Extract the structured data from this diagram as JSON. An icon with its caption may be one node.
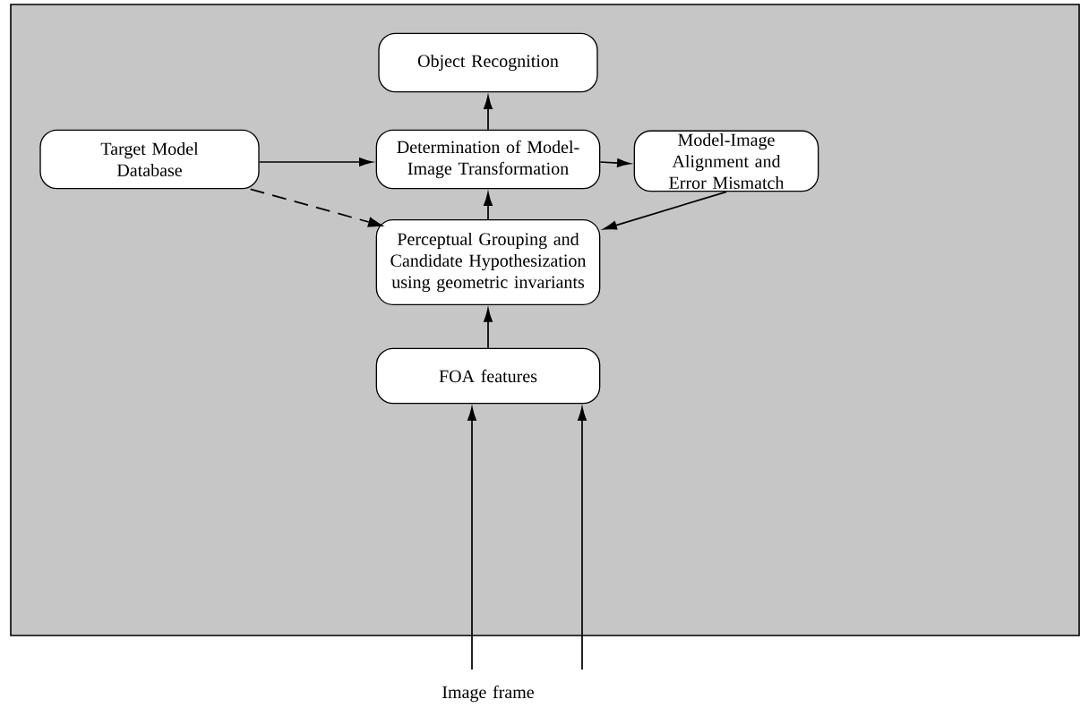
{
  "diagram": {
    "nodes": [
      {
        "text": [
          "Object Recognition"
        ]
      },
      {
        "text": [
          "Target Model Database"
        ]
      },
      {
        "text": [
          "Determination of Model- Image Transformation"
        ]
      },
      {
        "text": [
          "Model-Image Alignment and Error Mismatch"
        ]
      },
      {
        "text": [
          "Perceptual Grouping and Candidate Hypothesization using geometric invariants"
        ]
      },
      {
        "text": [
          "FOA features"
        ]
      },
      {
        "text": [
          "Image frame"
        ]
      }
    ],
    "edges": [
      {
        "from": 2,
        "to": 0,
        "arrow": "to"
      },
      {
        "from": 1,
        "to": 2,
        "arrow": "to"
      },
      {
        "from": 2,
        "to": 3,
        "arrow": "to"
      },
      {
        "from": 1,
        "to": 4,
        "arrow": "to",
        "style": "dashed"
      },
      {
        "from": 3,
        "to": 4,
        "arrow": "to"
      },
      {
        "from": 4,
        "to": 2,
        "arrow": "to"
      },
      {
        "from": 5,
        "to": 4,
        "arrow": "to"
      },
      {
        "from": 6,
        "to": 5,
        "arrow": "to"
      },
      {
        "from": 6,
        "to": 5,
        "arrow": "to"
      }
    ]
  }
}
